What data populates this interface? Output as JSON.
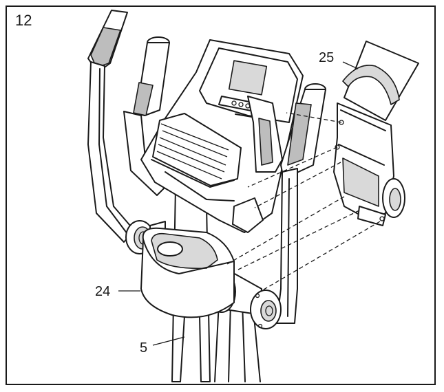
{
  "diagram": {
    "step_number": "12",
    "callouts": {
      "part_25": "25",
      "part_24": "24",
      "part_5": "5"
    }
  }
}
